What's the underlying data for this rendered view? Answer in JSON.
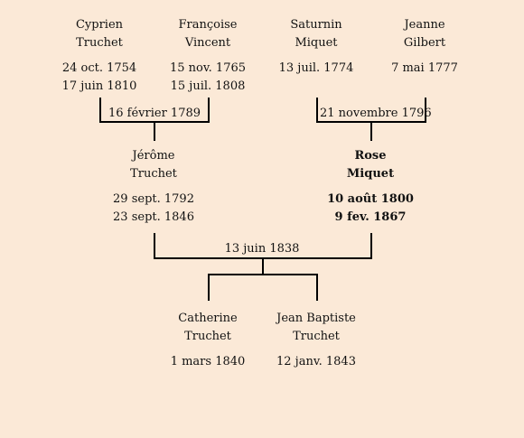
{
  "grandparents": [
    {
      "first": "Cyprien",
      "last": "Truchet",
      "birth": "24 oct. 1754",
      "death": "17 juin 1810"
    },
    {
      "first": "Françoise",
      "last": "Vincent",
      "birth": "15 nov. 1765",
      "death": "15 juil. 1808"
    },
    {
      "first": "Saturnin",
      "last": "Miquet",
      "birth": "13 juil. 1774",
      "death": ""
    },
    {
      "first": "Jeanne",
      "last": "Gilbert",
      "birth": "7 mai 1777",
      "death": ""
    }
  ],
  "parents": [
    {
      "first": "Jérôme",
      "last": "Truchet",
      "birth": "29 sept. 1792",
      "death": "23 sept. 1846"
    },
    {
      "first": "Rose",
      "last": "Miquet",
      "birth": "10 août 1800",
      "death": "9 fev. 1867"
    }
  ],
  "children": [
    {
      "first": "Catherine",
      "last": "Truchet",
      "birth": "1 mars 1840",
      "death": ""
    },
    {
      "first": "Jean Baptiste",
      "last": "Truchet",
      "birth": "12 janv. 1843",
      "death": ""
    }
  ],
  "marriages": {
    "truchet_vincent": "16 février 1789",
    "miquet_gilbert": "21 novembre 1796",
    "truchet_miquet": "13 juin 1838"
  }
}
